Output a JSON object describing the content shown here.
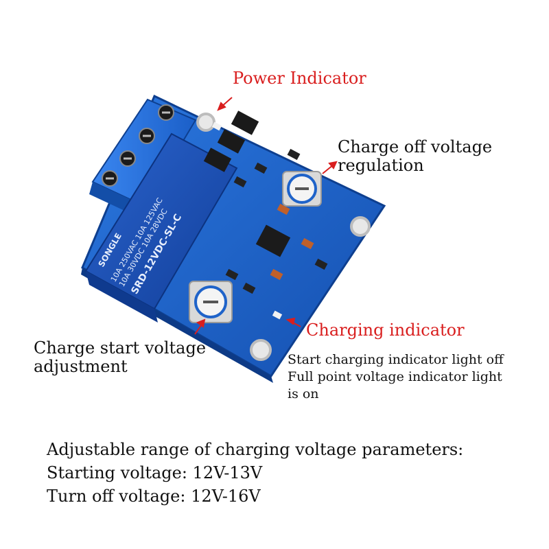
{
  "labels": {
    "power_indicator": "Power Indicator",
    "charge_off_1": "Charge off voltage",
    "charge_off_2": "regulation",
    "charging_indicator": "Charging indicator",
    "charge_start_1": "Charge start voltage",
    "charge_start_2": "adjustment"
  },
  "notes": {
    "line1": "Start charging indicator light off",
    "line2": "Full point voltage indicator light",
    "line3": "is on"
  },
  "specs": {
    "line1": "Adjustable range of charging voltage parameters:",
    "line2": "Starting voltage: 12V-13V",
    "line3": "Turn off voltage: 12V-16V"
  },
  "relay": {
    "brand": "SONGLE",
    "rating1": "10A 250VAC  10A 125VAC",
    "rating2": "10A 30VDC   10A 28VDC",
    "model": "SRD-12VDC-SL-C"
  },
  "colors": {
    "label_red": "#d91e1e",
    "pcb_blue": "#1f63c9",
    "relay_blue": "#1a4fb8"
  }
}
